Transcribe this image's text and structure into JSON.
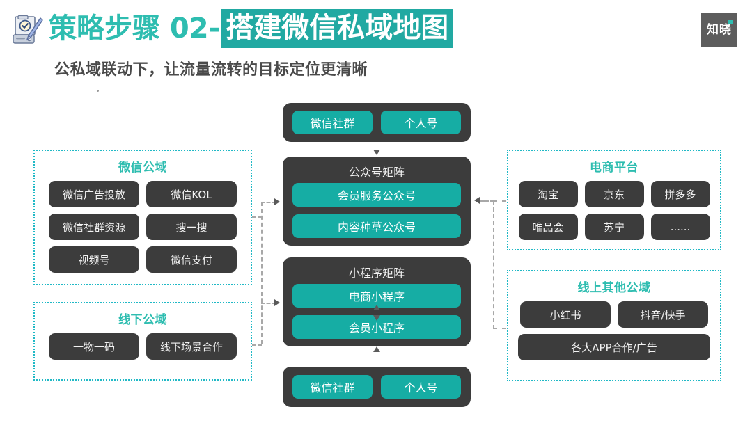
{
  "header": {
    "icon": "clipboard-checklist-pencil-icon",
    "title_prefix": "策略步骤 02-",
    "title_highlight": "搭建微信私域地图",
    "subtitle": "公私域联动下，让流量流转的目标定位更清晰",
    "brand": "知晓"
  },
  "colors": {
    "teal": "#2ebdb0",
    "teal_bar": "#16ada4",
    "highlight_bg": "#21a9a2",
    "dark_chip": "#3c3c3c",
    "dotted_border": "#20b9c6",
    "connector": "#a8a8a8",
    "logo_bg": "#5d5d5d"
  },
  "left_panels": [
    {
      "title": "微信公域",
      "chips": [
        "微信广告投放",
        "微信KOL",
        "微信社群资源",
        "搜一搜",
        "视频号",
        "微信支付"
      ]
    },
    {
      "title": "线下公域",
      "chips": [
        "一物一码",
        "线下场景合作"
      ]
    }
  ],
  "center": {
    "top_group": {
      "items": [
        "微信社群",
        "个人号"
      ]
    },
    "official_matrix": {
      "heading": "公众号矩阵",
      "items": [
        "会员服务公众号",
        "内容种草公众号"
      ]
    },
    "miniprogram_matrix": {
      "heading": "小程序矩阵",
      "items": [
        "电商小程序",
        "会员小程序"
      ]
    },
    "bottom_group": {
      "items": [
        "微信社群",
        "个人号"
      ]
    }
  },
  "right_panels": [
    {
      "title": "电商平台",
      "chips": [
        "淘宝",
        "京东",
        "拼多多",
        "唯品会",
        "苏宁",
        "......"
      ]
    },
    {
      "title": "线上其他公域",
      "chips": [
        "小红书",
        "抖音/快手",
        "各大APP合作/广告"
      ]
    }
  ]
}
